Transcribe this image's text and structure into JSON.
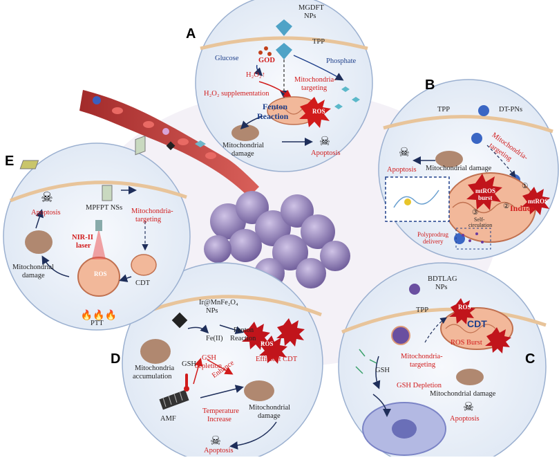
{
  "panels": {
    "A": {
      "letter": "A",
      "nps": "MGDFT",
      "nps2": "NPs",
      "tpp": "TPP",
      "glucose": "Glucose",
      "god": "GOD",
      "h2o2": "H₂O₂↑",
      "phosphate": "Phosphate",
      "mito_target": "Mitochondria-",
      "mito_target2": "targeting",
      "h2o2_supp": "H₂O₂ supplementation",
      "fenton": "Fenton",
      "reaction": "Reaction",
      "ros": "ROS",
      "damage": "Mitochondrial",
      "damage2": "damage",
      "apoptosis": "Apoptosis"
    },
    "B": {
      "letter": "B",
      "tpp": "TPP",
      "nps": "DT-PNs",
      "mito_target": "Mitochondria-",
      "mito_target2": "targeting",
      "apoptosis": "Apoptosis",
      "damage": "Mitochondrial damage",
      "mtros_burst": "mtROS",
      "mtros_burst2": "burst",
      "mtros": "mtROS",
      "n1": "①",
      "n2": "②",
      "n3": "③",
      "induce": "Induce",
      "self": "Self-",
      "circ": "circulation",
      "prodrug": "Polyprodrug",
      "delivery": "delivery"
    },
    "C": {
      "letter": "C",
      "nps": "BDTLAG",
      "nps2": "NPs",
      "tpp": "TPP",
      "ros": "ROS",
      "cdt": "CDT",
      "ros_burst": "ROS Burst",
      "mito_target": "Mitochondria-",
      "mito_target2": "targeting",
      "gsh": "GSH",
      "gsh_depletion": "GSH Depletion",
      "damage": "Mitochondrial damage",
      "apoptosis": "Apoptosis"
    },
    "D": {
      "letter": "D",
      "nps": "Ir@MnFe₂O₄",
      "nps2": "NPs",
      "fenton": "Fenton",
      "reaction": "Reaction",
      "fe": "Fe(II)",
      "ros": "ROS",
      "gsh": "GSH",
      "gsh_dep": "GSH",
      "gsh_dep2": "depletion",
      "efficient": "Efficient CDT",
      "mito_acc": "Mitochondria",
      "mito_acc2": "accumulation",
      "enhance": "Enhance",
      "amf": "AMF",
      "temp": "Temperature",
      "temp2": "Increase",
      "damage": "Mitochondrial",
      "damage2": "damage",
      "apoptosis": "Apoptosis"
    },
    "E": {
      "letter": "E",
      "nps": "MPFPT NSs",
      "apoptosis": "Apoptosis",
      "mito_target": "Mitochondria-",
      "mito_target2": "targeting",
      "nir": "NIR-II",
      "laser": "laser",
      "ros": "ROS",
      "cdt": "CDT",
      "damage": "Mitochondrial",
      "damage2": "damage",
      "ptt": "PTT"
    }
  },
  "colors": {
    "accent_red": "#d11b1b",
    "navy": "#1e3f8a",
    "cell_fill": "#eef3fa",
    "vessel": "#c43a3a",
    "tumor": "#7f6aa8",
    "mito": "#f2b89a"
  }
}
